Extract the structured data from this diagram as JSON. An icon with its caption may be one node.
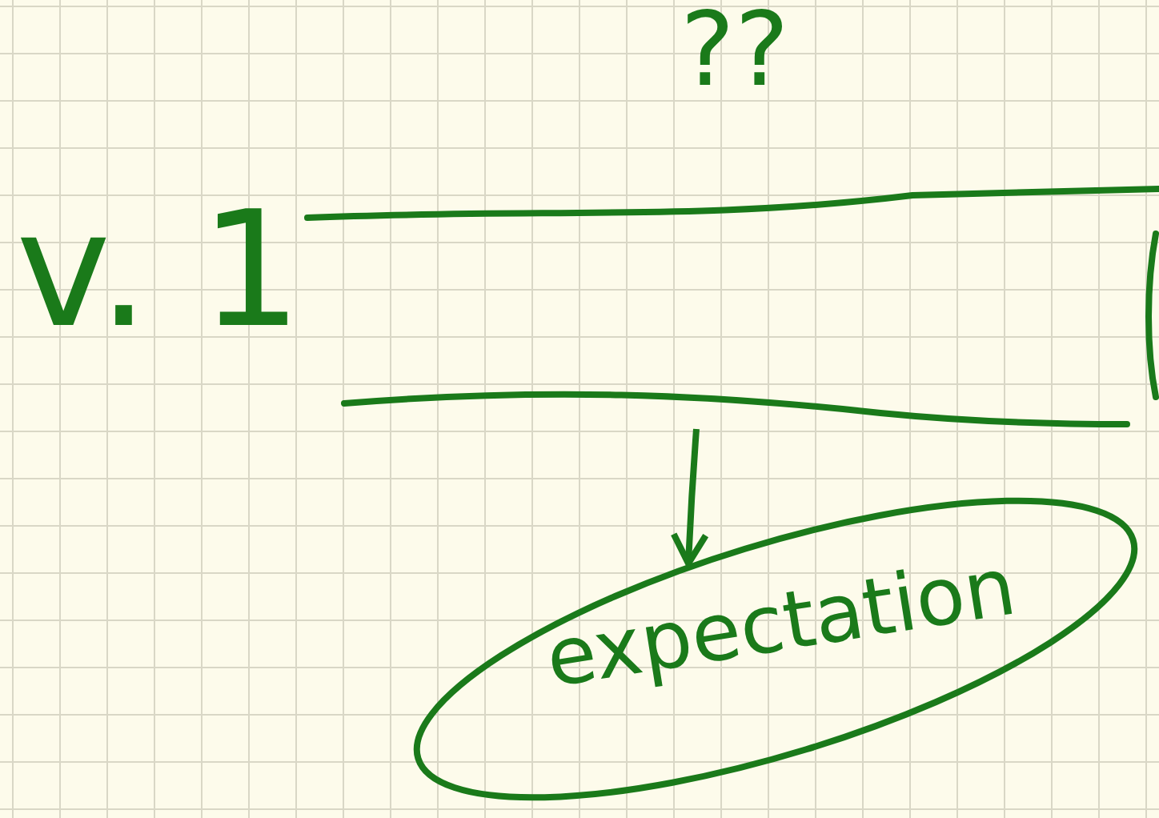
{
  "diagram": {
    "nodes": [
      {
        "text": [],
        "shape": "box"
      },
      {
        "text": [
          "expectation"
        ]
      }
    ],
    "edges": [
      {
        "from": 0,
        "to": 1,
        "arrow": "to"
      }
    ],
    "labels": [
      "??",
      "v. 1"
    ]
  }
}
